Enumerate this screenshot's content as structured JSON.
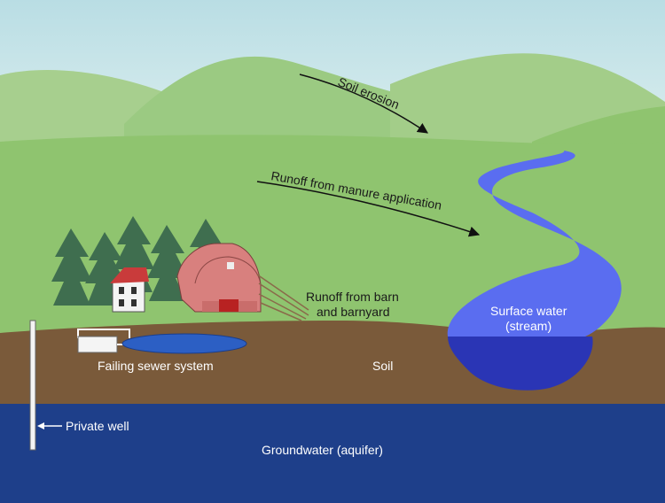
{
  "labels": {
    "soil_erosion": "Soil erosion",
    "runoff_manure": "Runoff from manure application",
    "runoff_barn_line1": "Runoff from barn",
    "runoff_barn_line2": "and barnyard",
    "surface_water_line1": "Surface water",
    "surface_water_line2": "(stream)",
    "failing_sewer": "Failing sewer system",
    "soil": "Soil",
    "private_well": "Private well",
    "groundwater": "Groundwater (aquifer)"
  },
  "colors": {
    "sky": "#cde6ea",
    "hills": "#9fcb86",
    "field": "#8fc46f",
    "soil": "#7a5a3a",
    "groundwater": "#1e3f8a",
    "stream": "#5a6df0",
    "stream_pool": "#2a35b5",
    "barn": "#d8807e",
    "trees": "#3f6e4f"
  }
}
